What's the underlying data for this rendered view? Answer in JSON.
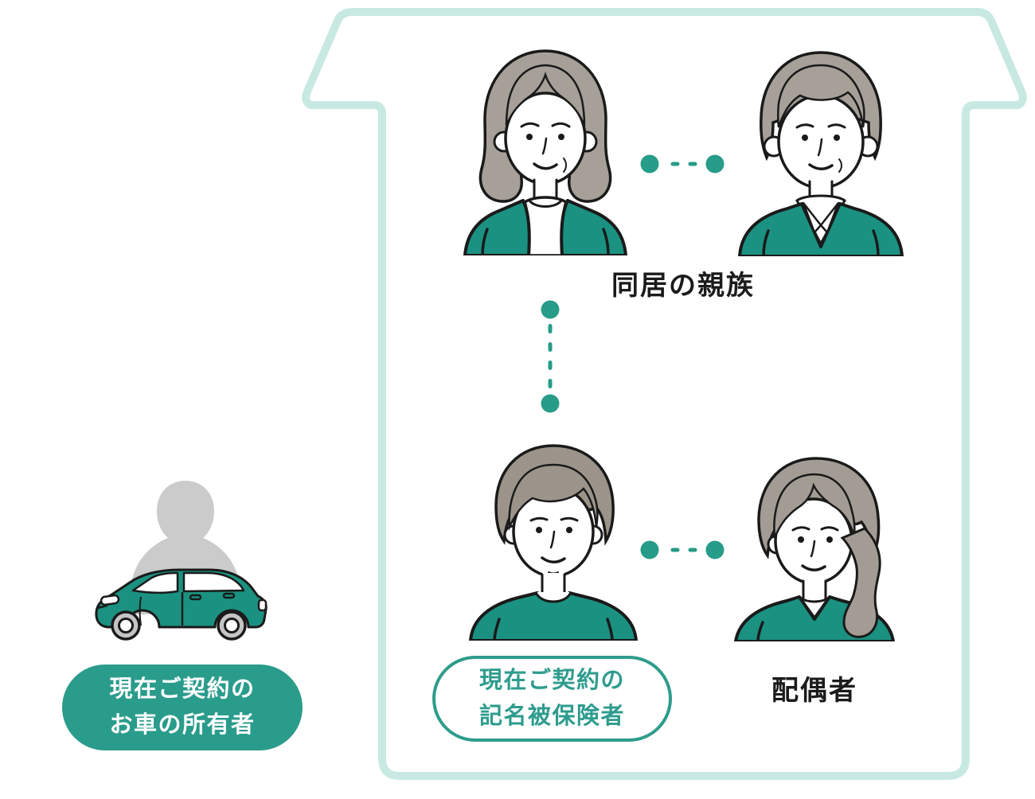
{
  "diagram": {
    "type": "auto-insurance-household-diagram",
    "household_label": "同居の親族",
    "spouse_label": "配偶者",
    "insured_badge": {
      "line1": "現在ご契約の",
      "line2": "記名被保険者"
    },
    "owner_badge": {
      "line1": "現在ご契約の",
      "line2": "お車の所有者"
    }
  },
  "icons": {
    "house_outline": "house-outline-icon",
    "elder_woman": "elder-woman-illustration",
    "elder_man": "elder-man-illustration",
    "young_man": "young-man-illustration",
    "young_woman": "young-woman-illustration",
    "couple_link": "dotted-link-horizontal-icon",
    "household_link": "dotted-link-vertical-icon",
    "car": "car-illustration",
    "owner_silhouette": "person-silhouette-icon"
  },
  "colors": {
    "garment_teal": "#1b9181",
    "pill_fill": "#2a9c8c",
    "pill_text": "#2e9c8e",
    "mint_outline": "#c7e9e2",
    "connector_teal": "#279c89",
    "hair_gray": "#a6a099",
    "young_hair_gray": "#9c948a",
    "silhouette_gray": "#cbcbcb",
    "line_dark": "#1a1a1a",
    "text_dark": "#1b1b1b",
    "background": "#ffffff"
  }
}
